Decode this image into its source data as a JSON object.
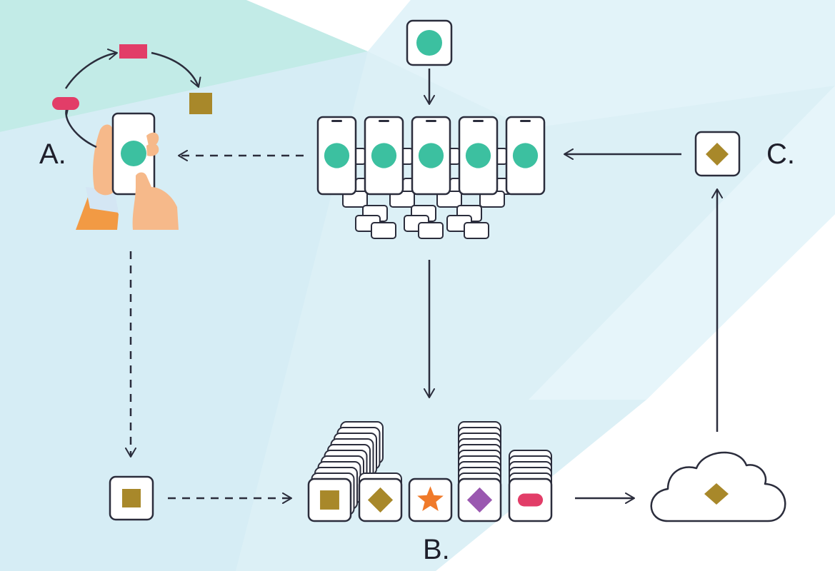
{
  "labels": {
    "a": "A.",
    "b": "B.",
    "c": "C."
  },
  "colors": {
    "background": "#dcf0f6",
    "background_light": "#e6f5fa",
    "mint": "#c2ebe7",
    "teal": "#3cc0a0",
    "gold": "#a8882a",
    "pink": "#e23d68",
    "orange": "#f07a2a",
    "purple": "#9a58b0",
    "stroke": "#2b2d3c",
    "skin": "#f6b98a",
    "sleeve": "#f29a44"
  },
  "icons": {
    "source": "circle",
    "results": [
      "square",
      "diamond",
      "star",
      "diamond",
      "pill"
    ],
    "upload": "square",
    "cloud": "diamond",
    "output": "diamond",
    "cycle": [
      "pill",
      "rect",
      "square"
    ]
  }
}
